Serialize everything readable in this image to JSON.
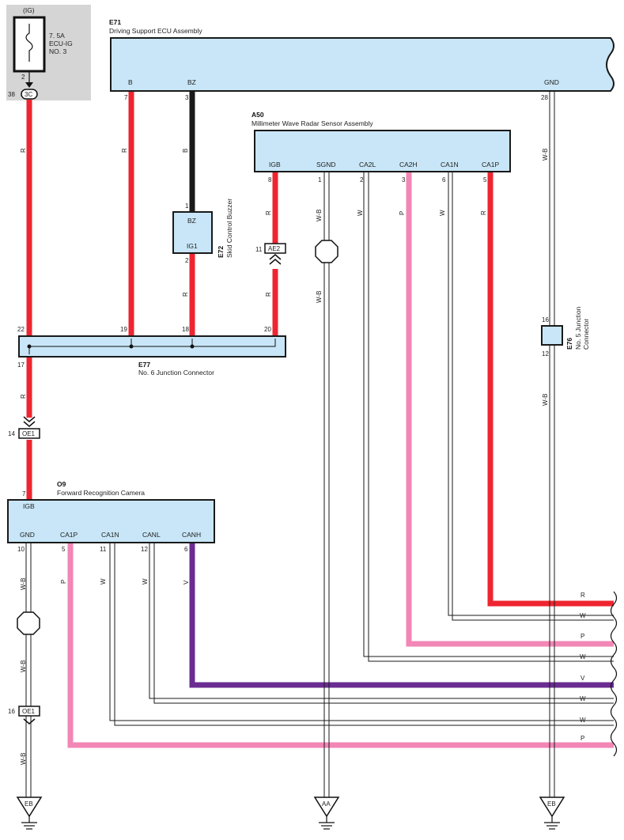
{
  "fuse": {
    "ig_label": "(IG)",
    "rating": "7. 5A",
    "name": "ECU-IG",
    "number": "NO. 3",
    "pin": "2",
    "connector": "3C",
    "connector_pin": "38"
  },
  "e71": {
    "id": "E71",
    "name": "Driving Support ECU Assembly",
    "pins": [
      "B",
      "BZ",
      "GND"
    ],
    "pin_nums": [
      "7",
      "3",
      "28"
    ]
  },
  "a50": {
    "id": "A50",
    "name": "Millimeter Wave Radar Sensor Assembly",
    "pins": [
      "IGB",
      "SGND",
      "CA2L",
      "CA2H",
      "CA1N",
      "CA1P"
    ],
    "pin_nums": [
      "8",
      "1",
      "2",
      "3",
      "6",
      "5"
    ]
  },
  "e72": {
    "id": "E72",
    "name": "Skid Control Buzzer",
    "pin_top": "BZ",
    "pin_bottom": "IG1",
    "num_top": "1",
    "num_bottom": "2"
  },
  "e77": {
    "id": "E77",
    "name": "No.  6 Junction Connector",
    "pins_top": [
      "22",
      "19",
      "18",
      "20"
    ],
    "pin_bottom": "17"
  },
  "e76": {
    "id": "E76",
    "name_line1": "No. 5 Junction",
    "name_line2": "Connector",
    "pin_top": "16",
    "pin_bottom": "12"
  },
  "o9": {
    "id": "O9",
    "name": "Forward Recognition Camera",
    "top_pin": "IGB",
    "top_pin_num": "7",
    "pins": [
      "GND",
      "CA1P",
      "CA1N",
      "CANL",
      "CANH"
    ],
    "pin_nums": [
      "10",
      "5",
      "11",
      "12",
      "6"
    ]
  },
  "inline_connectors": {
    "ae2": "AE2",
    "ae2_pin": "11",
    "oe1_top": "OE1",
    "oe1_top_pin": "14",
    "oe1_bottom": "OE1",
    "oe1_bottom_pin": "16"
  },
  "wire_colors": {
    "fuse_wire": "R",
    "b_wire": "R",
    "bz_wire": "B",
    "buzzer_out": "R",
    "igb_top": "R",
    "igb_bottom": "R",
    "sgnd_top": "W-B",
    "sgnd_bottom": "W-B",
    "ca2l": "W",
    "ca2h": "P",
    "ca1n": "W",
    "ca1p": "R",
    "gnd_top": "W-B",
    "gnd_bottom": "W-B",
    "e77_out": "R",
    "cam_gnd1": "W-B",
    "cam_gnd2": "W-B",
    "cam_gnd3": "W-B",
    "cam_ca1p": "P",
    "cam_ca1n": "W",
    "cam_canl": "W",
    "cam_canh": "V"
  },
  "right_labels": [
    "R",
    "W",
    "P",
    "W",
    "V",
    "W",
    "W",
    "P"
  ],
  "grounds": [
    "EB",
    "AA",
    "EB"
  ],
  "colors": {
    "red": "#ee2530",
    "black": "#1a1a1a",
    "pink": "#f286b5",
    "violet": "#6a2c91",
    "box_fill": "#c8e6f7",
    "fuse_bg": "#d5d5d5"
  }
}
